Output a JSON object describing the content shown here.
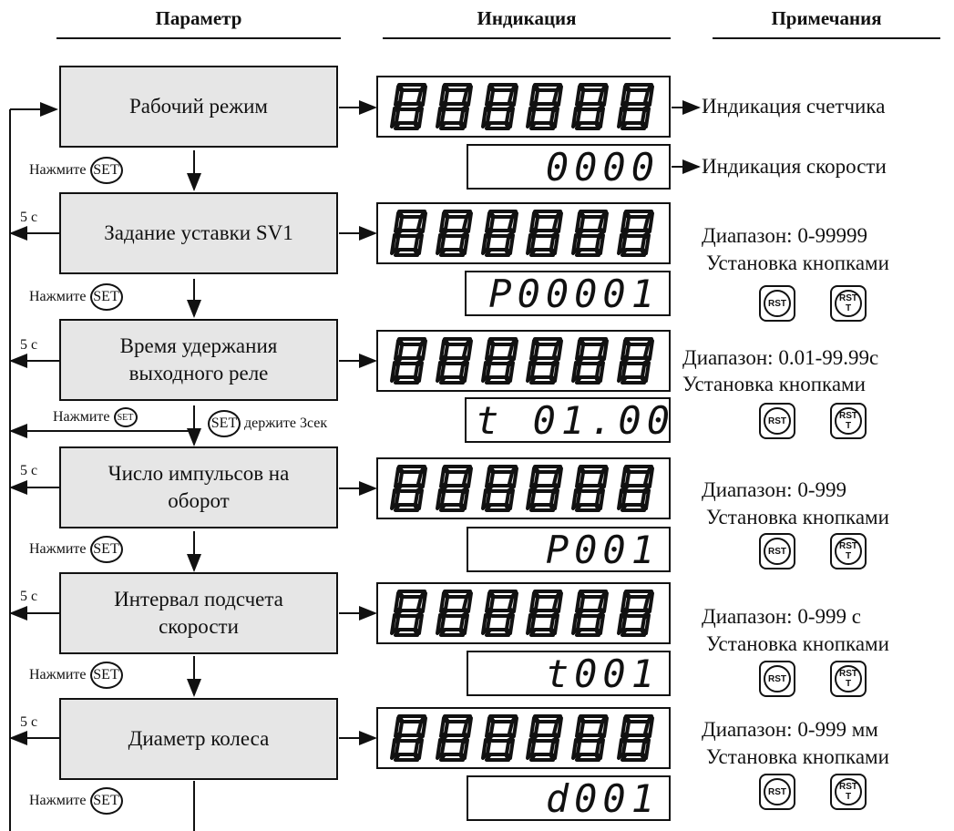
{
  "headers": {
    "param": "Параметр",
    "display": "Индикация",
    "notes": "Примечания"
  },
  "rows": [
    {
      "name": "Рабочий режим",
      "main_display": "888888",
      "sub_display": "0000",
      "notes": [
        "Индикация счетчика",
        "Индикация скорости"
      ],
      "press": "Нажмите",
      "set": "SET"
    },
    {
      "name": "Задание уставки SV1",
      "main_display": "888888",
      "sub_display": "P00001",
      "timeout": "5 с",
      "notes": [
        "Диапазон: 0-99999",
        "Установка кнопками"
      ],
      "press": "Нажмите",
      "set": "SET"
    },
    {
      "name": "Время удержания выходного реле",
      "main_display": "888888",
      "sub_display": "t 01.00",
      "timeout": "5 с",
      "notes": [
        "Диапазон: 0.01-99.99с",
        "Установка кнопками"
      ],
      "press": "Нажмите",
      "set": "SET",
      "hold_text": "держите 3сек"
    },
    {
      "name": "Число импульсов на оборот",
      "main_display": "888888",
      "sub_display": "P001",
      "timeout": "5 с",
      "notes": [
        "Диапазон: 0-999",
        "Установка кнопками"
      ],
      "press": "Нажмите",
      "set": "SET"
    },
    {
      "name": "Интервал подсчета скорости",
      "main_display": "888888",
      "sub_display": "t001",
      "timeout": "5 с",
      "notes": [
        "Диапазон: 0-999 с",
        "Установка кнопками"
      ],
      "press": "Нажмите",
      "set": "SET"
    },
    {
      "name": "Диаметр колеса",
      "main_display": "888888",
      "sub_display": "d001",
      "timeout": "5 с",
      "notes": [
        "Диапазон: 0-999 мм",
        "Установка кнопками"
      ],
      "press": "Нажмите",
      "set": "SET"
    }
  ],
  "keys": {
    "rst": "RST",
    "rst_t_top": "RST",
    "rst_t_bottom": "T"
  }
}
